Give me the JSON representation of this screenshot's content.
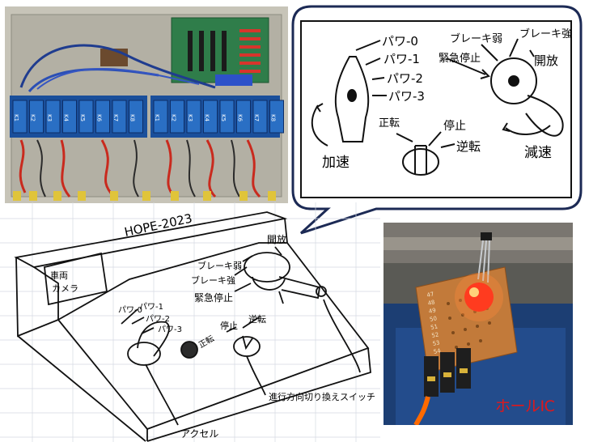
{
  "callout": {
    "handle_left": {
      "notches": [
        "パワ-0",
        "パワ-1",
        "パワ-2",
        "パワ-3"
      ],
      "label": "加速"
    },
    "brake": {
      "labels": [
        "ブレーキ弱",
        "ブレーキ強",
        "開放",
        "緊急停止"
      ],
      "label": "減速"
    },
    "direction": {
      "labels": [
        "正転",
        "停止",
        "逆転"
      ]
    }
  },
  "sketch": {
    "title": "HOPE-2023",
    "screen_text_1": "車両",
    "screen_text_2": "カメラ",
    "accel_notches": [
      "パワ-0",
      "パワ-1",
      "パワ-2",
      "パワ-3"
    ],
    "brake_labels": [
      "ブレーキ弱",
      "ブレーキ強",
      "緊急停止",
      "開放"
    ],
    "direction_labels": [
      "正転",
      "停止",
      "逆転"
    ],
    "accel_label": "アクセル",
    "switch_label": "進行方向切り換えスイッチ"
  },
  "photo": {
    "relay_labels": [
      "K1",
      "K2",
      "K3",
      "K4",
      "K5",
      "K6",
      "K7",
      "K8",
      "K1",
      "K2",
      "K3",
      "K4",
      "K5",
      "K6",
      "K7",
      "K8"
    ],
    "pcb_numbers": [
      "47",
      "48",
      "49",
      "50",
      "51",
      "52",
      "53",
      "54"
    ],
    "hall_label": "ホールIC"
  },
  "colors": {
    "callout_border": "#1c2a55",
    "hall_label": "#e0171b",
    "relay_blue": "#2a6fc4",
    "led_red": "#ff3b1f"
  }
}
